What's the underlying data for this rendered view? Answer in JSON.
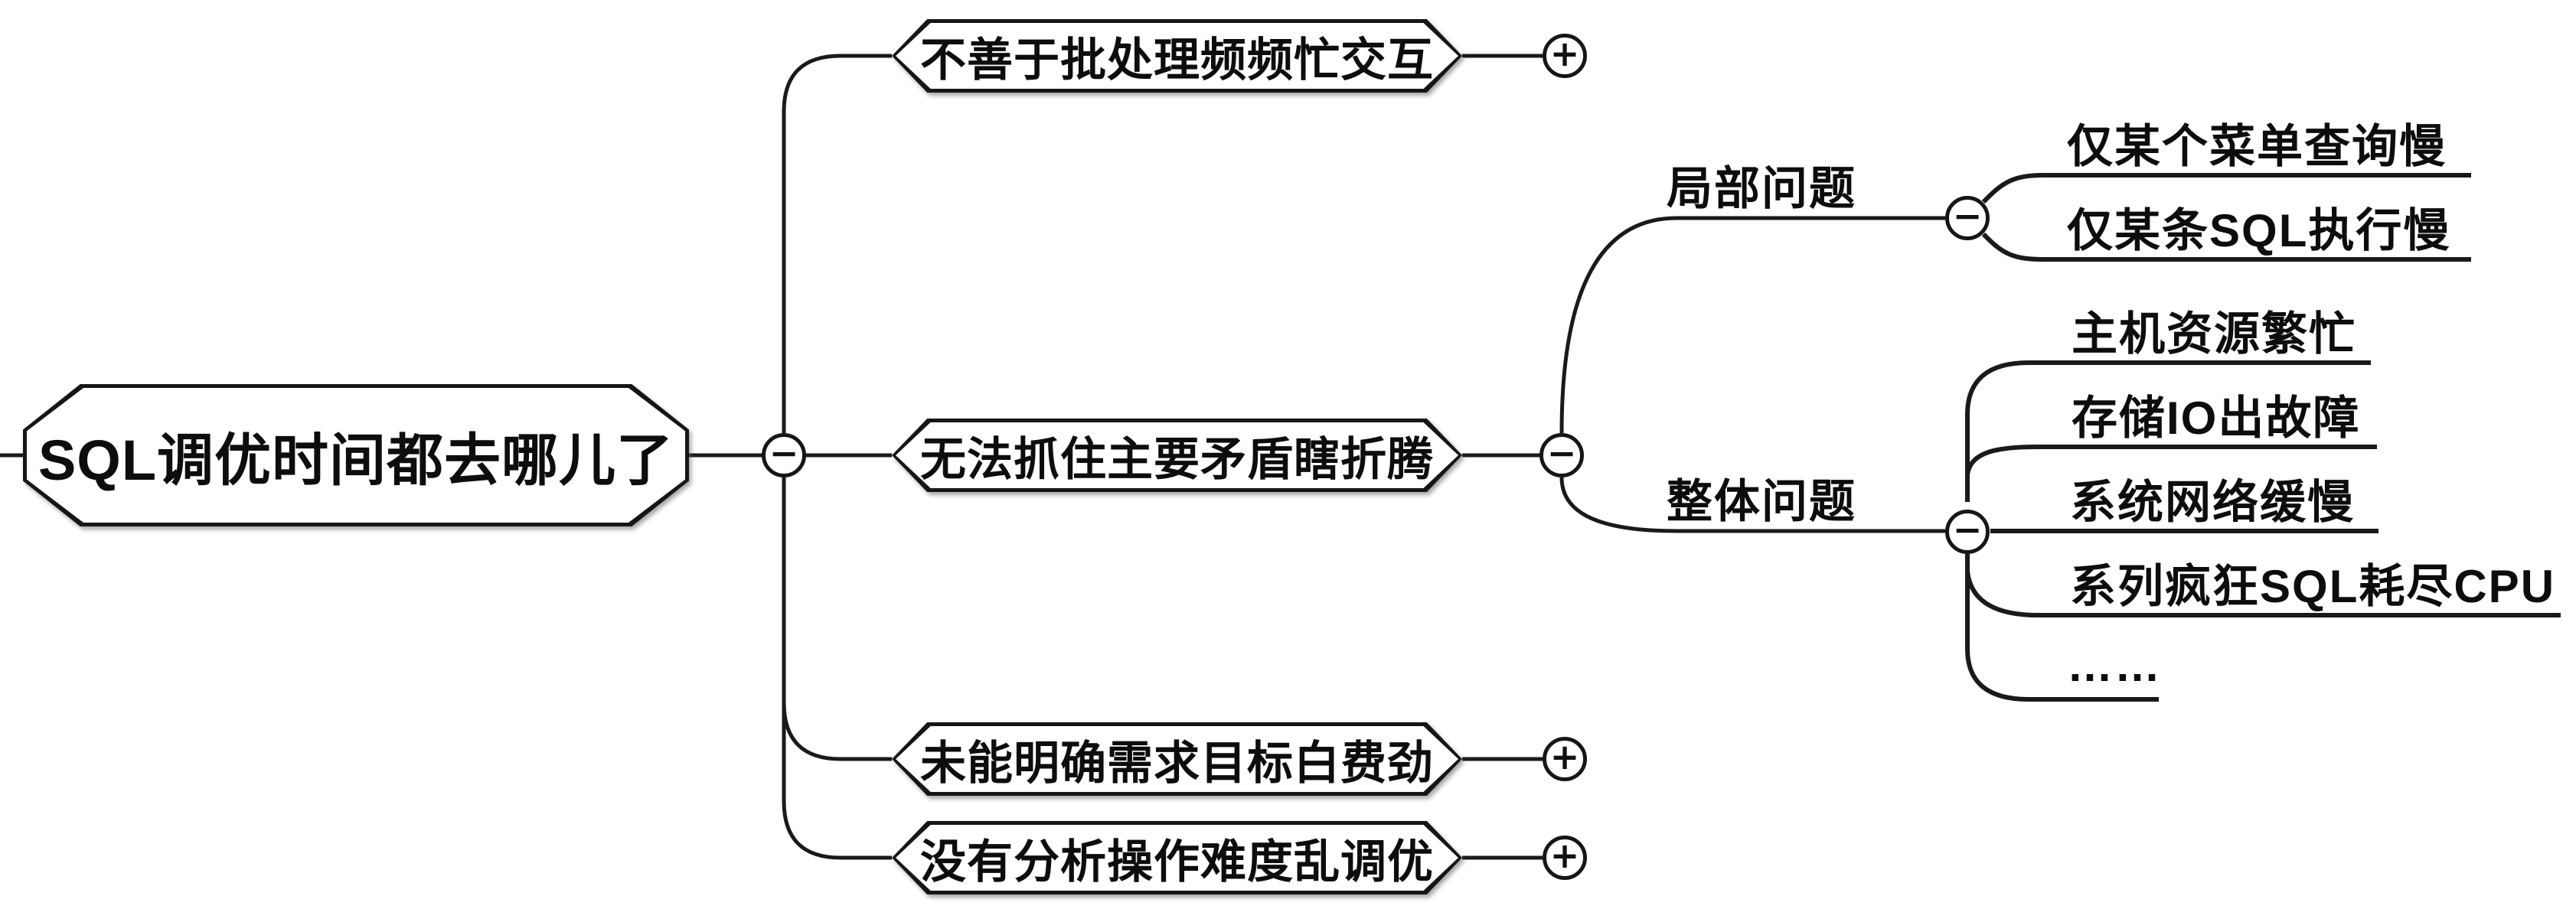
{
  "app": {
    "type": "mindmap-screenshot",
    "background_color": "#ffffff",
    "line_color": "#1a1a1a",
    "text_color": "#0d0d0d"
  },
  "mindmap": {
    "root": {
      "label": "SQL调优时间都去哪儿了",
      "expander_state": "expanded",
      "expander_glyph": "−"
    },
    "branches": [
      {
        "label": "不善于批处理频频忙交互",
        "expander_state": "collapsed",
        "expander_glyph": "+"
      },
      {
        "label": "无法抓住主要矛盾瞎折腾",
        "expander_state": "expanded",
        "expander_glyph": "−",
        "children": [
          {
            "label": "局部问题",
            "expander_state": "expanded",
            "expander_glyph": "−",
            "children": [
              {
                "label": "仅某个菜单查询慢"
              },
              {
                "label": "仅某条SQL执行慢"
              }
            ]
          },
          {
            "label": "整体问题",
            "expander_state": "expanded",
            "expander_glyph": "−",
            "children": [
              {
                "label": "主机资源繁忙"
              },
              {
                "label": "存储IO出故障"
              },
              {
                "label": "系统网络缓慢"
              },
              {
                "label": "系列疯狂SQL耗尽CPU"
              },
              {
                "label": "……"
              }
            ]
          }
        ]
      },
      {
        "label": "未能明确需求目标白费劲",
        "expander_state": "collapsed",
        "expander_glyph": "+"
      },
      {
        "label": "没有分析操作难度乱调优",
        "expander_state": "collapsed",
        "expander_glyph": "+"
      }
    ]
  }
}
